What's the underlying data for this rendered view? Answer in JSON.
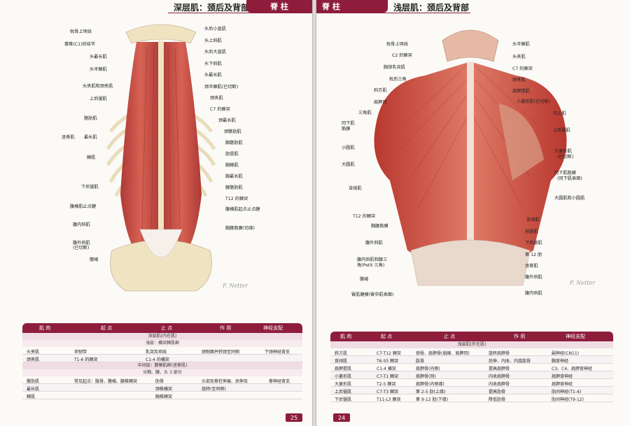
{
  "left": {
    "header_title": "深层肌：颈后及背部",
    "band_label": "脊 柱",
    "page_number": "25",
    "labels_left": [
      "枕骨上项线",
      "寰椎(C1)后结节",
      "头最长肌",
      "头半棘肌",
      "头夹肌和颈夹肌",
      "上后锯肌",
      "髂肋肌",
      "竖脊肌",
      "最长肌",
      "棘肌",
      "下后锯肌",
      "腹横肌止点腱",
      "腹内斜肌",
      "腹外斜肌",
      "(已切断)",
      "髂嵴"
    ],
    "labels_right": [
      "头后小直肌",
      "头上斜肌",
      "头后大直肌",
      "头下斜肌",
      "头最长肌",
      "颈半棘肌(已切断)",
      "颈夹肌",
      "C7 的棘突",
      "颈最长肌",
      "颈髂肋肌",
      "胸髂肋肌",
      "肋提肌",
      "胸棘肌",
      "胸最长肌",
      "腰髂肋肌",
      "T12 的棘突",
      "腹横肌起点止点腱",
      "胸腰筋膜(切缘)"
    ],
    "signature": "F. Netter",
    "table": {
      "headers": [
        "肌 肉",
        "起 点",
        "止 点",
        "作 用",
        "神经支配"
      ],
      "sec1": "深层肌(内在肌)",
      "sec2": "浅层：横突棘肌群",
      "rows_a": [
        [
          "头夹肌",
          "项韧带",
          "乳突及项线",
          "颈侧面并转颈至同侧",
          "下颈神经背支"
        ],
        [
          "颈夹肌",
          "T1-6 的棘突",
          "C1-4 的横突",
          "",
          ""
        ]
      ],
      "sec3": "中间层：髂棘肌群(竖脊肌)",
      "sec4": "分胸、腰、头 3 部分",
      "rows_b": [
        [
          "髂肋肌",
          "常见起点：骶骨、髂嵴、腰椎棘突",
          "肋骨",
          "头部及脊柱伸展、后伸及",
          "脊神经背支"
        ],
        [
          "最长肌",
          "",
          "颈椎横突",
          "旋转(至同侧)",
          ""
        ],
        [
          "棘肌",
          "",
          "胸椎棘突",
          "",
          ""
        ]
      ]
    }
  },
  "right": {
    "header_title": "浅层肌：颈后及背部",
    "band_label": "脊 柱",
    "page_number": "24",
    "labels_left": [
      "枕骨上项线",
      "C2 的棘突",
      "胸锁乳突肌",
      "枕后三角",
      "斜方肌",
      "肩胛冈",
      "三角肌",
      "冈下肌",
      "筋膜",
      "小圆肌",
      "大圆肌",
      "背阔肌",
      "T12 的棘突",
      "胸腰筋膜",
      "腹外斜肌",
      "腹内斜肌和腰三",
      "角(Petit 三角)",
      "髂嵴",
      "臀肌腱膜(臀中肌表面)"
    ],
    "labels_right": [
      "头半棘肌",
      "头夹肌",
      "C7 的棘突",
      "颈夹肌",
      "肩胛提肌",
      "小菱形肌(已切断)",
      "冈上肌",
      "上后锯肌",
      "大菱形肌",
      "(已切断)",
      "冈下肌筋膜",
      "(冈下肌表面)",
      "大圆肌和小圆肌",
      "背阔肌",
      "前锯肌",
      "下后锯肌",
      "第 12 肋",
      "竖脊肌",
      "腹外斜肌",
      "腹内斜肌"
    ],
    "signature": "F. Netter",
    "table": {
      "headers": [
        "肌 肉",
        "起 点",
        "止 点",
        "作 用",
        "神经支配"
      ],
      "sec1": "浅层肌(外在肌)",
      "rows": [
        [
          "斜方肌",
          "C7-T12 棘突",
          "锁骨、肩胛骨(肩峰、肩胛冈)",
          "旋转肩胛骨",
          "副神经(CN11)"
        ],
        [
          "背阔肌",
          "T6-S5 棘突",
          "肱骨",
          "后伸、内收、内旋肱骨",
          "胸背神经"
        ],
        [
          "肩胛提肌",
          "C1-4 横突",
          "肩胛骨(内侧)",
          "提高肩胛骨",
          "C3、C4、肩胛背神经"
        ],
        [
          "小菱形肌",
          "C7-T1 棘突",
          "肩胛骨(冈)",
          "内收肩胛骨",
          "肩胛背神经"
        ],
        [
          "大菱形肌",
          "T2-5 棘突",
          "肩胛骨(内侧缘)",
          "内收肩胛骨",
          "肩胛背神经"
        ],
        [
          "上后锯肌",
          "C7-T3 棘突",
          "第 2-5 肋(上缘)",
          "提高肋骨",
          "肋间神经(T1-4)"
        ],
        [
          "下后锯肌",
          "T11-L3 棘突",
          "第 9-12 肋(下缘)",
          "降低肋骨",
          "肋间神经(T9-12)"
        ]
      ]
    }
  },
  "colors": {
    "accent": "#8e1d3c",
    "muscle": "#c9473c",
    "bone": "#efe3c2"
  }
}
